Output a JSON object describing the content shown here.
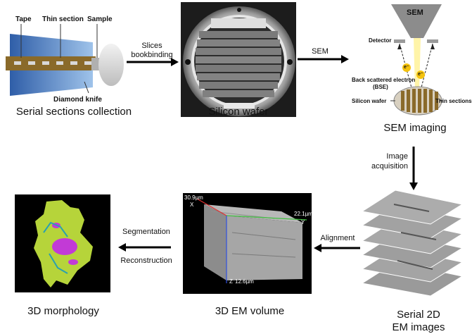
{
  "panels": {
    "serial_sections": {
      "caption": "Serial sections collection",
      "labels": {
        "tape": "Tape",
        "thin_section": "Thin section",
        "sample": "Sample",
        "diamond_knife": "Diamond knife"
      }
    },
    "silicon_wafer": {
      "caption": "Silicon wafer"
    },
    "sem_imaging": {
      "caption": "SEM imaging",
      "labels": {
        "sem": "SEM",
        "detector": "Detector",
        "electron": "e⁻",
        "bse_line1": "Back scattered electron",
        "bse_line2": "(BSE)",
        "silicon_wafer": "Silicon wafer",
        "thin_sections": "Thin sections"
      }
    },
    "serial_2d": {
      "caption_line1": "Serial 2D",
      "caption_line2": "EM images"
    },
    "em_volume": {
      "caption": "3D EM volume",
      "dims": {
        "x_label": "X",
        "x_value": "30.9µm",
        "y_label": "Y",
        "y_value": "22.1µm",
        "z_label": "Z",
        "z_value": "12.6µm"
      }
    },
    "morphology": {
      "caption": "3D morphology"
    }
  },
  "arrows": {
    "bookbinding": {
      "line1": "Slices",
      "line2": "bookbinding"
    },
    "sem": {
      "label": "SEM"
    },
    "acquisition": {
      "line1": "Image",
      "line2": "acquisition"
    },
    "alignment": {
      "label": "Alignment"
    },
    "segmentation": {
      "line1": "Segmentation",
      "line2": "Reconstruction"
    }
  },
  "colors": {
    "knife_blue": "#4a7fc1",
    "tape_brown": "#8a6a2a",
    "sem_gray": "#8c8c8c",
    "beam_yellow": "#fff4a8",
    "electron_yellow": "#f4c20d",
    "morph_magenta": "#c23ad6",
    "morph_green": "#b6d43a",
    "axis_red": "#e03030",
    "axis_green": "#40c040",
    "axis_blue": "#3050e0"
  }
}
